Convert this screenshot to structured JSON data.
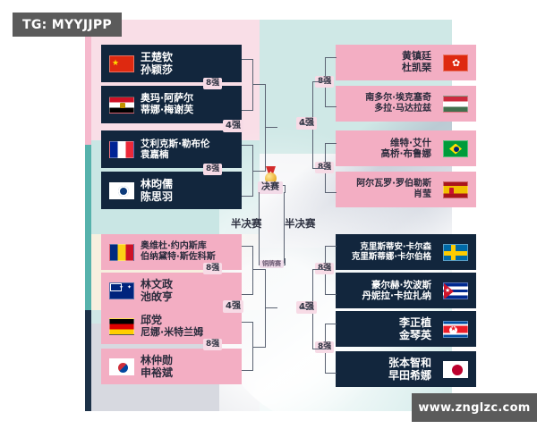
{
  "watermarks": {
    "top_left": "TG: MYYJJPP",
    "bottom_right": "www.znglzc.com"
  },
  "stage_labels": {
    "quarterfinal": "8强",
    "semifinal_stage": "4强",
    "semifinal": "半决赛",
    "final": "决赛",
    "bronze": "铜牌赛"
  },
  "colors": {
    "dark_card": "#12263d",
    "pink_card": "#f3aec3",
    "label_pink": "#f7dbe6",
    "rail_pink": "#f6b9cd",
    "rail_teal": "#56b2ac",
    "rail_navy": "#1c3148",
    "connector": "#5a6272",
    "watermark": "#5b5b5b",
    "gold": "#e8ad2a"
  },
  "bracket": {
    "left_top": [
      {
        "player1": "王楚钦",
        "player2": "孙颖莎",
        "flag": "china-flag",
        "flag_class": "f-cn",
        "style": "dark"
      },
      {
        "player1": "奥玛·阿萨尔",
        "player2": "蒂娜·梅谢芙",
        "flag": "egypt-flag",
        "flag_class": "f-eg",
        "style": "dark"
      },
      {
        "player1": "艾利克斯·勒布伦",
        "player2": "袁嘉楠",
        "flag": "france-flag",
        "flag_class": "f-fr",
        "style": "dark"
      },
      {
        "player1": "林昀儒",
        "player2": "陈思羽",
        "flag": "chinese-taipei-flag",
        "flag_class": "f-tpe",
        "style": "dark"
      }
    ],
    "left_bottom": [
      {
        "player1": "奥维杜·约内斯库",
        "player2": "伯纳黛特·斯佐科斯",
        "flag": "romania-flag",
        "flag_class": "f-ro",
        "style": "pink"
      },
      {
        "player1": "林文政",
        "player2": "池敀亨",
        "flag": "australia-flag",
        "flag_class": "f-au",
        "style": "pink"
      },
      {
        "player1": "邱党",
        "player2": "尼娜·米特兰姆",
        "flag": "germany-flag",
        "flag_class": "f-de",
        "style": "pink"
      },
      {
        "player1": "林仲勋",
        "player2": "申裕斌",
        "flag": "korea-flag",
        "flag_class": "f-kr",
        "style": "pink"
      }
    ],
    "right_top": [
      {
        "player1": "黄镇廷",
        "player2": "杜凯琹",
        "flag": "hong-kong-flag",
        "flag_class": "f-hk",
        "style": "pink"
      },
      {
        "player1": "南多尔·埃克塞奇",
        "player2": "多拉·马达拉兹",
        "flag": "hungary-flag",
        "flag_class": "f-hu",
        "style": "pink"
      },
      {
        "player1": "维特·艾什",
        "player2": "高桥·布鲁娜",
        "flag": "brazil-flag",
        "flag_class": "f-br",
        "style": "pink"
      },
      {
        "player1": "阿尔瓦罗·罗伯勒斯",
        "player2": "肖莹",
        "flag": "spain-flag",
        "flag_class": "f-es",
        "style": "pink"
      }
    ],
    "right_bottom": [
      {
        "player1": "克里斯蒂安·卡尔森",
        "player2": "克里斯蒂娜·卡尔伯格",
        "flag": "sweden-flag",
        "flag_class": "f-se",
        "style": "dark"
      },
      {
        "player1": "豪尔赫·坎波斯",
        "player2": "丹妮拉·卡拉扎纳",
        "flag": "cuba-flag",
        "flag_class": "f-cu",
        "style": "dark"
      },
      {
        "player1": "李正植",
        "player2": "金琴英",
        "flag": "dprk-flag",
        "flag_class": "f-kp",
        "style": "dark"
      },
      {
        "player1": "张本智和",
        "player2": "早田希娜",
        "flag": "japan-flag",
        "flag_class": "f-jp",
        "style": "dark"
      }
    ]
  }
}
